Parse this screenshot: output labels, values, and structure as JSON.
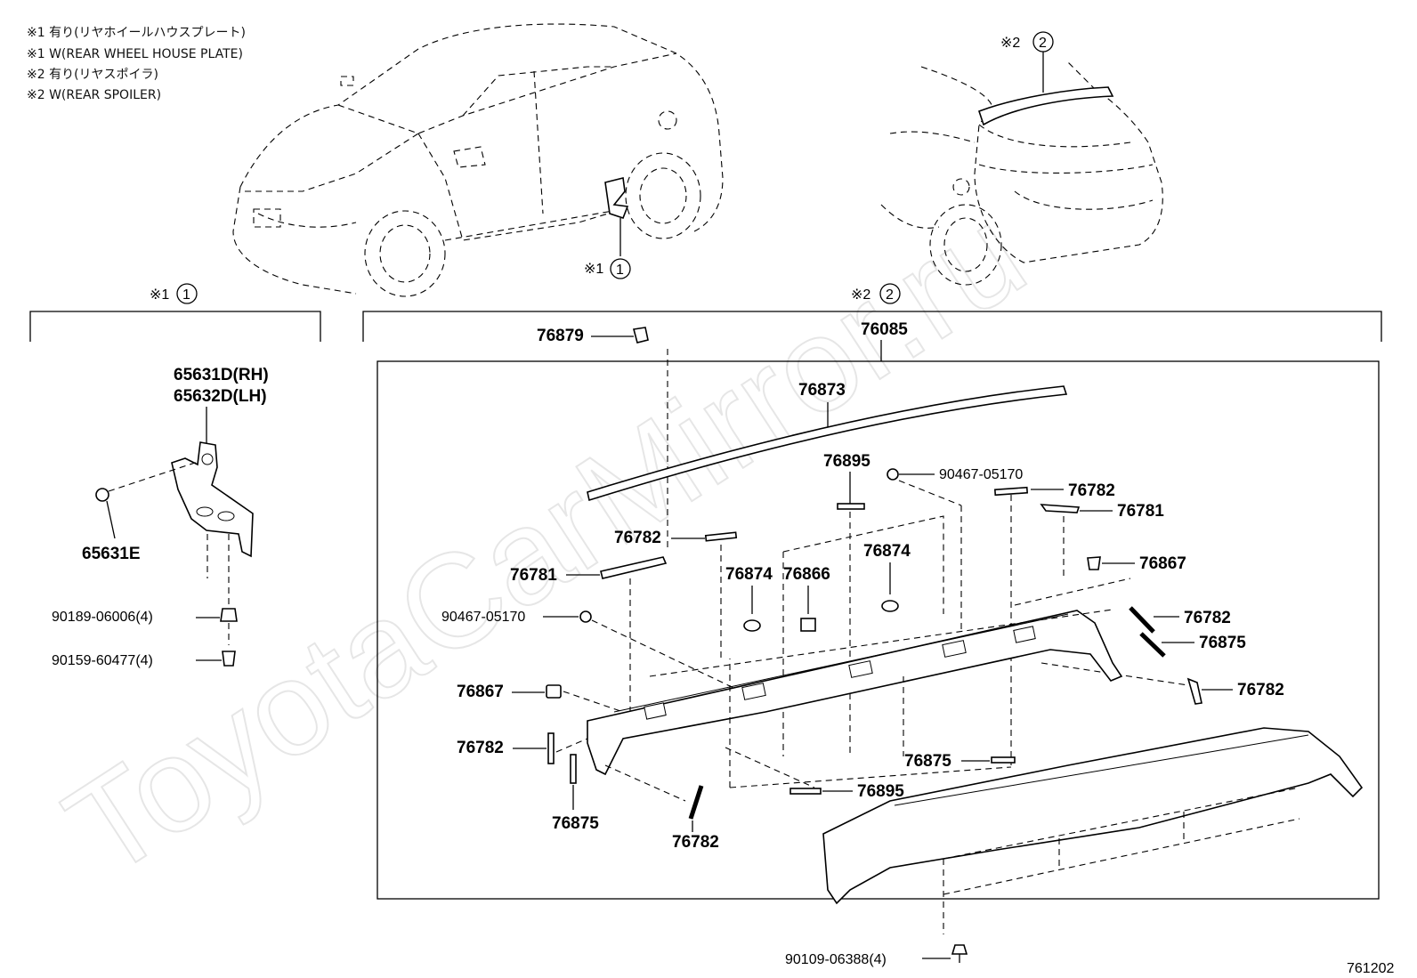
{
  "notes": [
    "※1 有り(リヤホイールハウスプレート)",
    "※1 W(REAR WHEEL HOUSE PLATE)",
    "※2 有り(リヤスポイラ)",
    "※2 W(REAR SPOILER)"
  ],
  "watermark": "ToyotaCarMirror.ru",
  "callouts": {
    "ref1_car": "※1",
    "ref2_car": "※2",
    "ref1_section": "※1",
    "ref2_section": "※2",
    "circle1": "1",
    "circle2": "2"
  },
  "section1_parts": {
    "plate_rh": "65631D(RH)",
    "plate_lh": "65632D(LH)",
    "screw": "65631E",
    "clip": "90189-06006(4)",
    "tapping_screw": "90159-60477(4)"
  },
  "section2_parts": {
    "assembly": "76085",
    "p76879": "76879",
    "p76873": "76873",
    "p76895_top": "76895",
    "p90467_right": "90467-05170",
    "p76782_a": "76782",
    "p76781_a": "76781",
    "p76782_b": "76782",
    "p76781_b": "76781",
    "p76874_a": "76874",
    "p76866": "76866",
    "p76874_b": "76874",
    "p76867_right": "76867",
    "p90467_left": "90467-05170",
    "p76782_c": "76782",
    "p76875_a": "76875",
    "p76782_d": "76782",
    "p76867_left": "76867",
    "p76782_e": "76782",
    "p76875_b": "76875",
    "p76875_c": "76875",
    "p76895_bottom": "76895",
    "p76782_f": "76782",
    "bolt": "90109-06388(4)"
  },
  "figure_code": "761202"
}
